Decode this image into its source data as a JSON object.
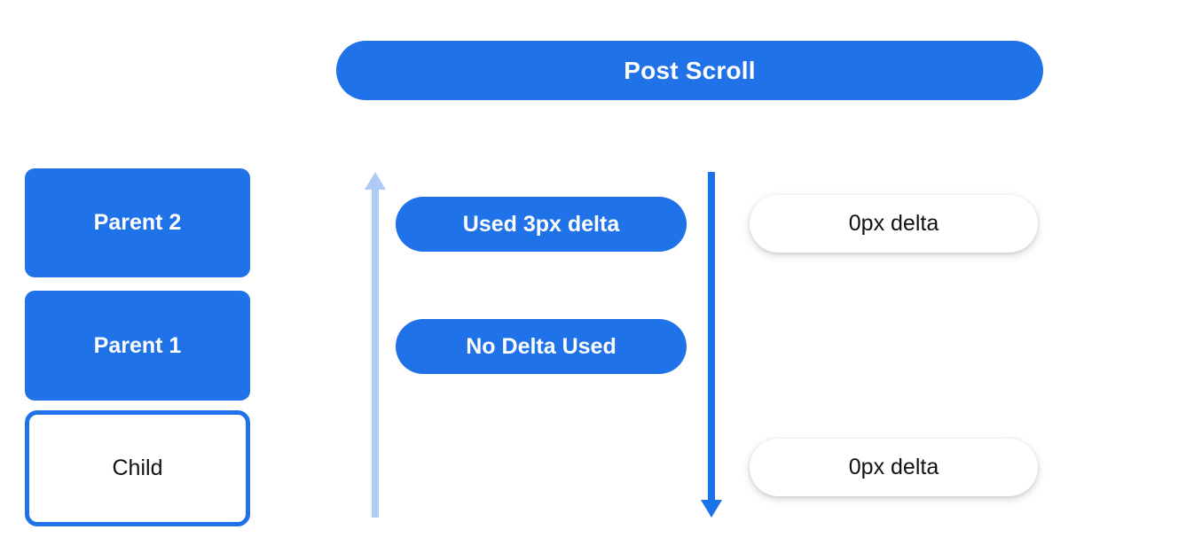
{
  "header": {
    "title": "Post Scroll"
  },
  "left_column": {
    "nodes": [
      {
        "label": "Parent 2",
        "style": "filled"
      },
      {
        "label": "Parent 1",
        "style": "filled"
      },
      {
        "label": "Child",
        "style": "outlined"
      }
    ]
  },
  "center_column": {
    "arrow": {
      "direction": "up",
      "color": "#AECBF5"
    },
    "pills": [
      {
        "label": "Used 3px delta",
        "style": "solid"
      },
      {
        "label": "No Delta Used",
        "style": "solid"
      }
    ]
  },
  "right_column": {
    "arrow": {
      "direction": "down",
      "color": "#1A73E8"
    },
    "pills": [
      {
        "label": "0px delta",
        "style": "ghost"
      },
      {
        "label": "0px delta",
        "style": "ghost"
      }
    ]
  },
  "colors": {
    "primary_blue": "#1F72E8",
    "arrow_blue": "#1A73E8",
    "light_blue": "#AECBF5",
    "background": "#FFFFFF",
    "text_dark": "#111111",
    "text_light": "#FFFFFF"
  }
}
